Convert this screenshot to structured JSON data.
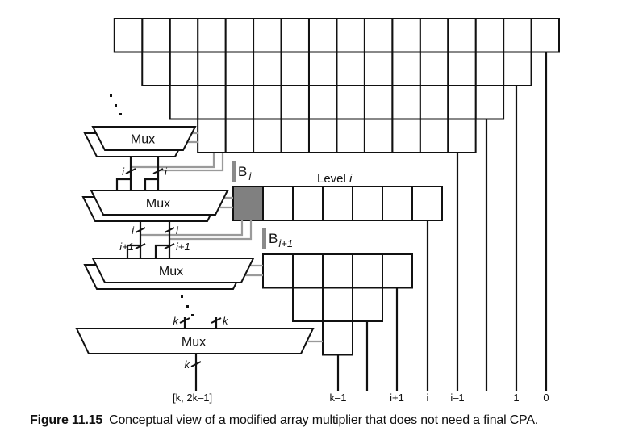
{
  "figure": {
    "number_label": "Figure 11.15",
    "caption": "Conceptual view of a modified array multiplier that does not need a final CPA."
  },
  "diagram": {
    "top_array": {
      "rows": [
        {
          "cells": 16
        },
        {
          "cells": 14
        },
        {
          "cells": 12
        },
        {
          "cells": 10
        }
      ]
    },
    "level_row": {
      "label_prefix": "Level ",
      "label_var": "i",
      "cells": 7,
      "shaded_cell_index": 0,
      "shade_color": "#808080"
    },
    "lower_array": {
      "rows": [
        {
          "cells": 5
        },
        {
          "cells": 3
        },
        {
          "cells": 1
        }
      ]
    },
    "b_labels": [
      {
        "base": "B",
        "sub": "i"
      },
      {
        "base": "B",
        "sub": "i+1"
      }
    ],
    "muxes": [
      {
        "label": "Mux",
        "stacked": true
      },
      {
        "label": "Mux",
        "stacked": true
      },
      {
        "label": "Mux",
        "stacked": true
      },
      {
        "label": "Mux",
        "stacked": false
      }
    ],
    "bus_widths": {
      "mux1_to_mux2": [
        "i",
        "i"
      ],
      "mux2_out": [
        "i",
        "i"
      ],
      "mux3_in": [
        "i+1",
        "i+1"
      ],
      "final_in": [
        "k",
        "k"
      ],
      "final_out": "k"
    },
    "output_labels": {
      "high_bits": "[k, 2k–1]",
      "bits": [
        "k–1",
        "",
        "i+1",
        "i",
        "i–1",
        "",
        "1",
        "0"
      ]
    },
    "ellipsis": "⋱",
    "colors": {
      "shaded_cell": "#808080",
      "gray_wire": "#9a9a9a",
      "line": "#111111"
    }
  }
}
